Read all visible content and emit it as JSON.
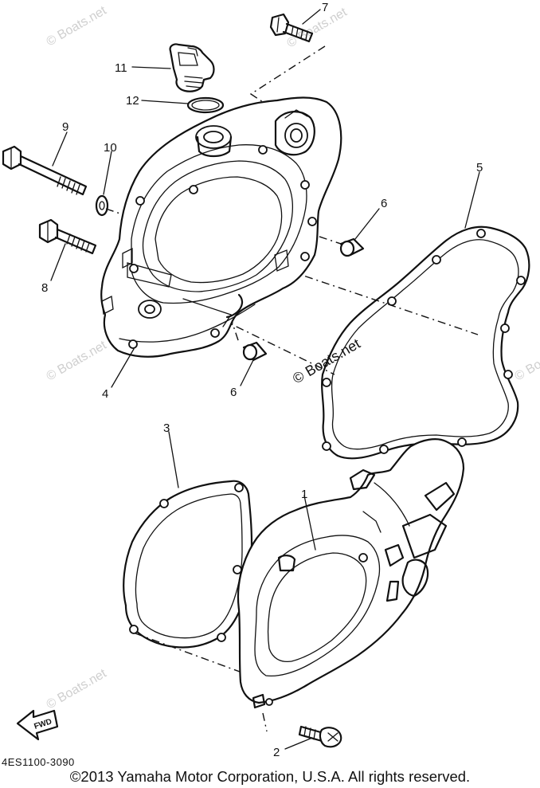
{
  "part_labels": [
    "1",
    "2",
    "3",
    "4",
    "5",
    "6",
    "6",
    "7",
    "8",
    "9",
    "10",
    "11",
    "12"
  ],
  "watermark": "© Boats.net",
  "fwd_label": "FWD",
  "diagram_code": "4ES1100-3090",
  "copyright": "©2013 Yamaha Motor Corporation, U.S.A. All rights reserved."
}
